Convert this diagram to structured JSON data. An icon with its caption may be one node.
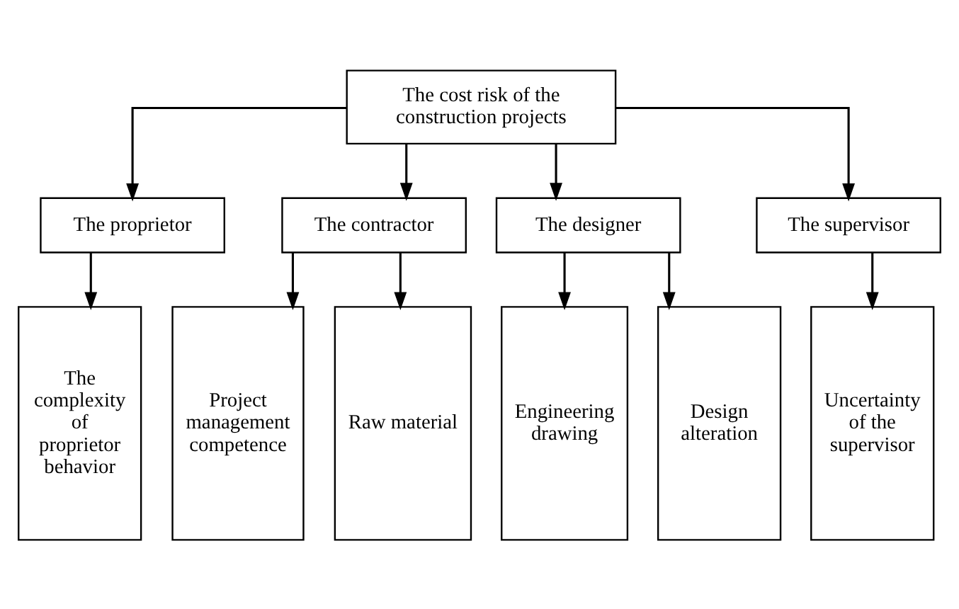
{
  "diagram": {
    "nodes": [
      {
        "text": [
          "The cost risk of the construction projects"
        ]
      },
      {
        "text": [
          "The proprietor"
        ]
      },
      {
        "text": [
          "The contractor"
        ]
      },
      {
        "text": [
          "The designer"
        ]
      },
      {
        "text": [
          "The supervisor"
        ]
      },
      {
        "text": [
          "The complexity of proprietor behavior"
        ]
      },
      {
        "text": [
          "Project management competence"
        ]
      },
      {
        "text": [
          "Raw material"
        ]
      },
      {
        "text": [
          "Engineering drawing"
        ]
      },
      {
        "text": [
          "Design alteration"
        ]
      },
      {
        "text": [
          "Uncertainty of the supervisor"
        ]
      }
    ],
    "edges": [
      {
        "from": 0,
        "to": 1,
        "arrow": "to"
      },
      {
        "from": 0,
        "to": 2,
        "arrow": "to"
      },
      {
        "from": 0,
        "to": 3,
        "arrow": "to"
      },
      {
        "from": 0,
        "to": 4,
        "arrow": "to"
      },
      {
        "from": 1,
        "to": 5,
        "arrow": "to"
      },
      {
        "from": 2,
        "to": 6,
        "arrow": "to"
      },
      {
        "from": 2,
        "to": 7,
        "arrow": "to"
      },
      {
        "from": 3,
        "to": 8,
        "arrow": "to"
      },
      {
        "from": 3,
        "to": 9,
        "arrow": "to"
      },
      {
        "from": 4,
        "to": 10,
        "arrow": "to"
      }
    ]
  }
}
